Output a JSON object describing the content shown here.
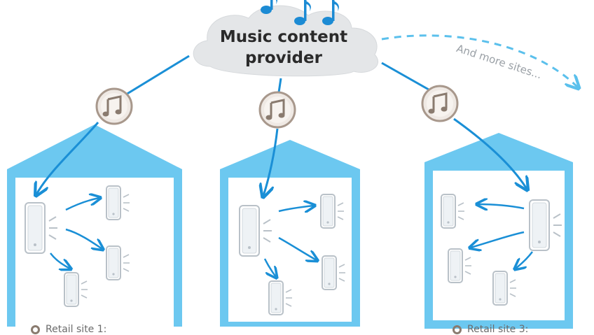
{
  "cloud": {
    "line1": "Music content",
    "line2": "provider"
  },
  "more_sites_label": "And more sites...",
  "sites": [
    {
      "label": "Retail site 1:"
    },
    {
      "label": ""
    },
    {
      "label": "Retail site 3:"
    }
  ],
  "colors": {
    "accent_blue": "#1a8fd6",
    "house_blue": "#6cc8f0",
    "cloud_grey": "#e4e6e8",
    "note_blue": "#1c8bd4",
    "badge_tan": "#8a7b6f",
    "speaker_border": "#b9c1c8",
    "speaker_fill": "#ffffff"
  },
  "icons": {
    "cloud_notes": "music-note-icon",
    "badge": "music-note-badge-icon",
    "speaker": "speaker-icon"
  }
}
